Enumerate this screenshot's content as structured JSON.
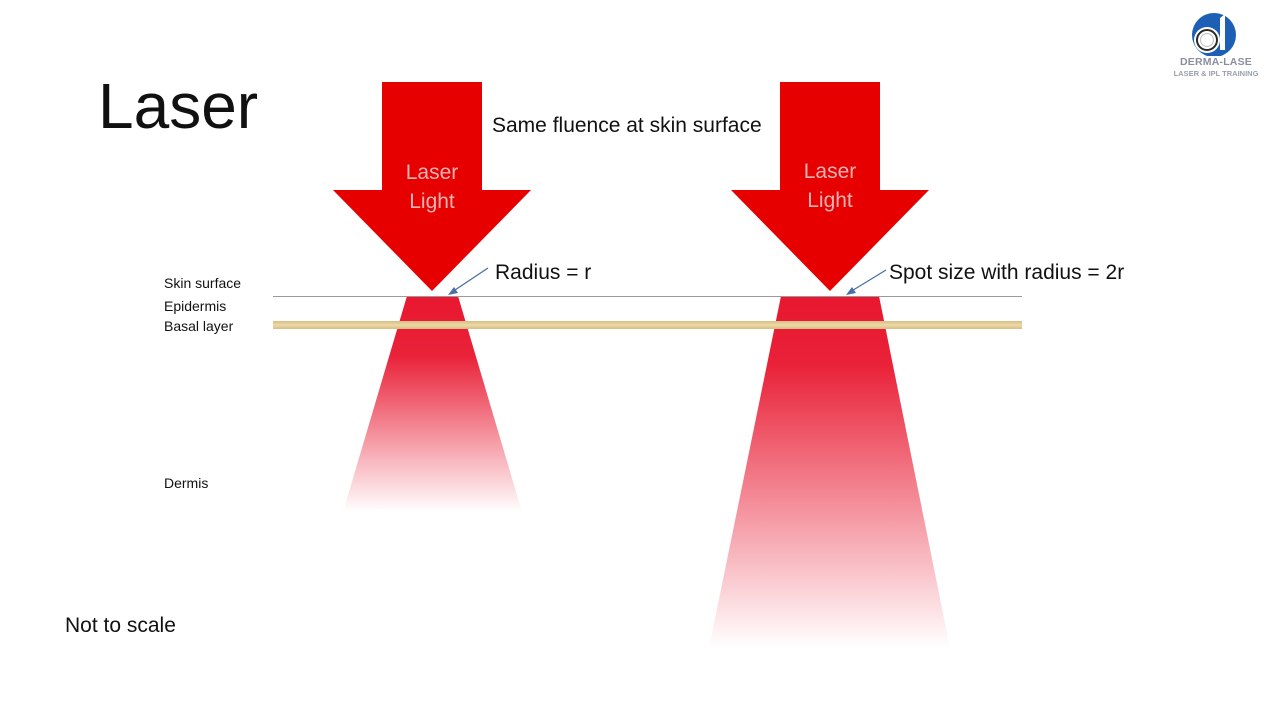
{
  "slide": {
    "title": "Laser",
    "footnote": "Not to scale"
  },
  "logo": {
    "name": "DERMA-LASE",
    "tagline": "LASER & IPL TRAINING",
    "colors": {
      "blue": "#1c5fb4",
      "ring": "#2a2a2a"
    }
  },
  "layers": {
    "skin_surface": "Skin surface",
    "epidermis": "Epidermis",
    "basal_layer": "Basal layer",
    "dermis": "Dermis"
  },
  "beams": [
    {
      "arrow_line1": "Laser",
      "arrow_line2": "Light",
      "annotation": "Radius = r",
      "relative_radius": 1
    },
    {
      "arrow_line1": "Laser",
      "arrow_line2": "Light",
      "annotation": "Spot size with radius = 2r",
      "relative_radius": 2
    }
  ],
  "header_note": "Same fluence at skin surface",
  "colors": {
    "laser_red": "#e60000",
    "beam_red": "#e8172f",
    "skin_line": "#9a9a9a",
    "basal_layer": "#e6cf9a",
    "annotation_arrow": "#4a6fa5"
  }
}
